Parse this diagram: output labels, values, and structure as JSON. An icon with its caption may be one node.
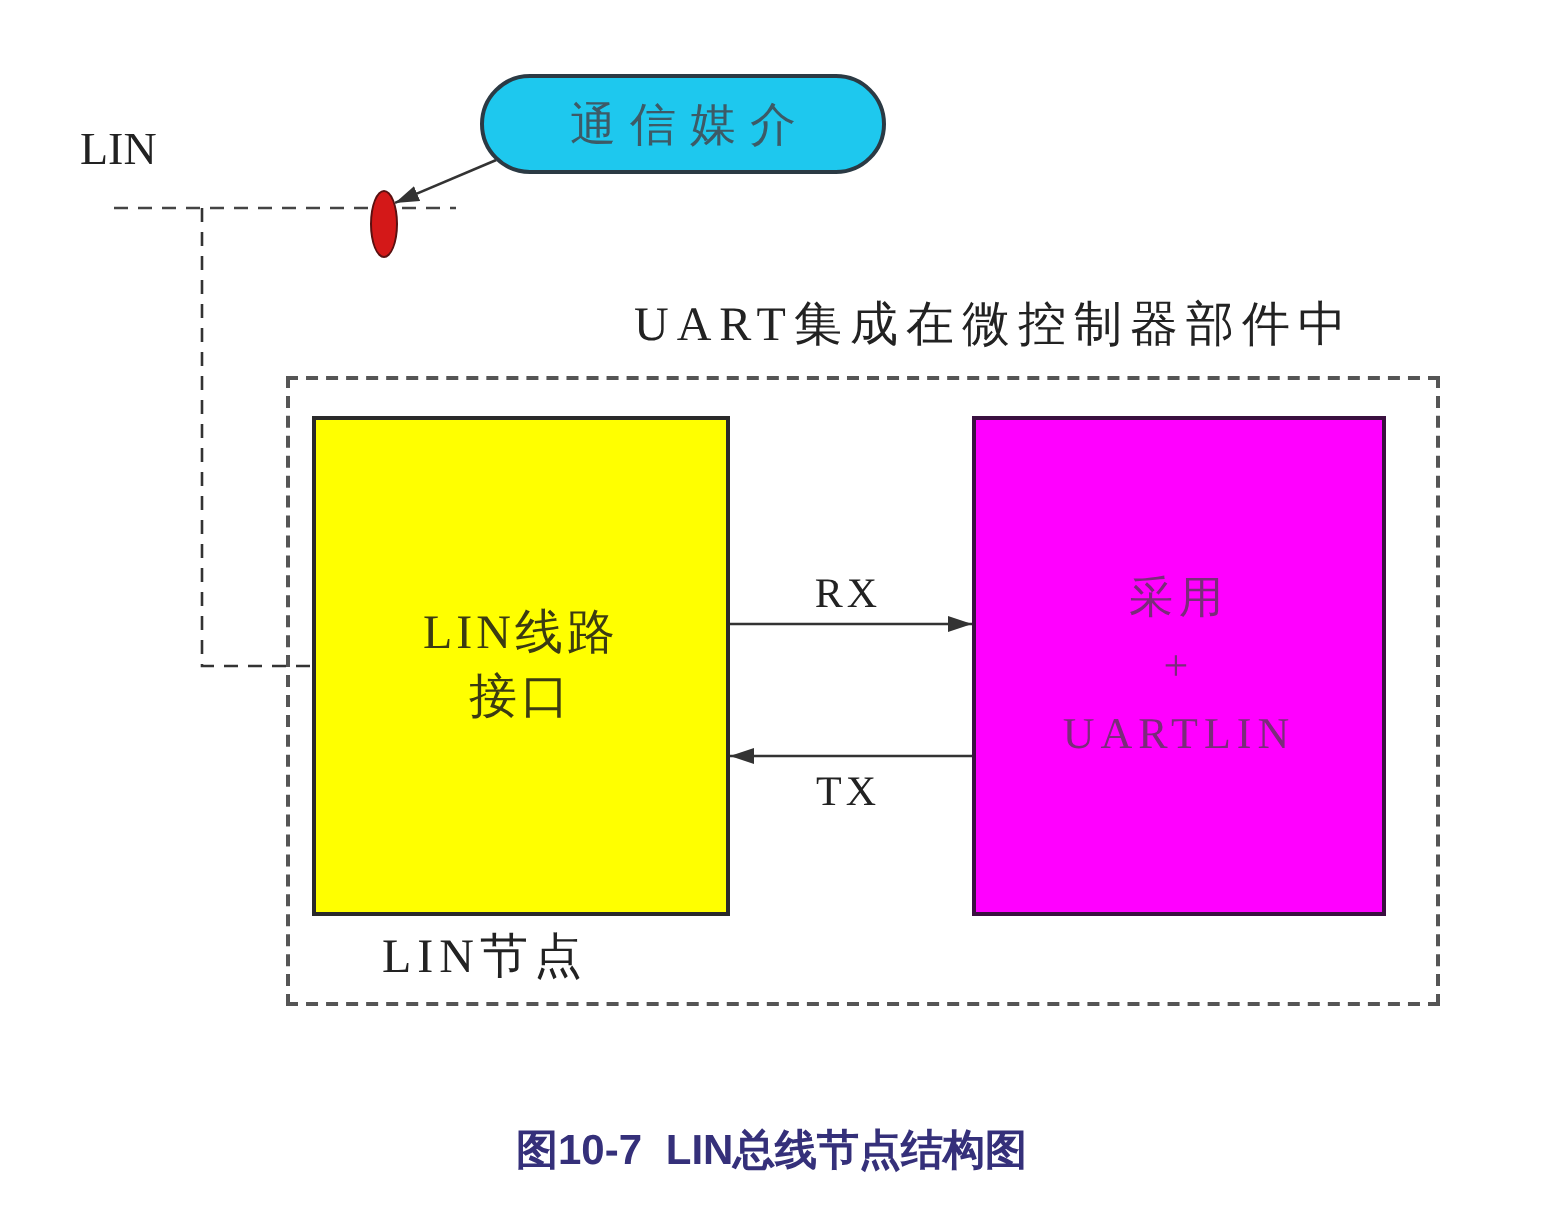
{
  "diagram": {
    "caption": "图10-7 LIN总线节点结构图",
    "nodes": [
      {
        "text": [
          "通信媒介"
        ]
      },
      {
        "text": [],
        "shape": "ellipse"
      },
      {
        "text": [
          "UART集成在微控制器部件中",
          "LIN节点"
        ]
      },
      {
        "text": [
          "LIN线路接口"
        ],
        "in": 2
      },
      {
        "text": [
          "采用 + UARTLIN"
        ],
        "in": 2
      }
    ],
    "edges": [
      {
        "from": 0,
        "to": 1,
        "arrow": "to"
      },
      {
        "from": null,
        "to": 3,
        "arrow": "none",
        "style": "dashed"
      },
      {
        "from": 3,
        "to": 4,
        "arrow": "to",
        "label": "RX"
      },
      {
        "from": 4,
        "to": 3,
        "arrow": "to",
        "label": "TX"
      }
    ],
    "labels": [
      "LIN"
    ]
  }
}
